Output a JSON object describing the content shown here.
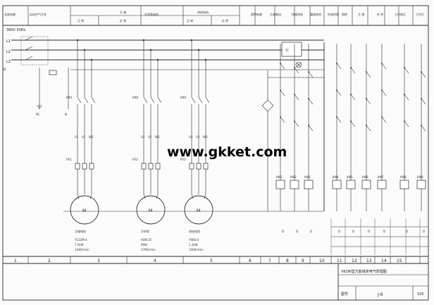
{
  "header": {
    "cells": [
      "全部电源",
      "自动空气开关",
      "主 轴",
      "正 转",
      "反 转",
      "冷却泵电机",
      "进给电机",
      "正 转",
      "反 转",
      "照明电源",
      "主轴制动",
      "快速进给",
      "慢速进给",
      "外部控制",
      "照明",
      "主 接",
      "外 控",
      "工作指示",
      "工作灯"
    ]
  },
  "supply": {
    "voltage": "380V 50Hz",
    "phases": [
      "L1",
      "L2",
      "L3"
    ],
    "breaker": "QF"
  },
  "labels": {
    "pe": "PE",
    "n": "N"
  },
  "motors": [
    {
      "tag": "M",
      "desc": "主轴电机",
      "spec1": "Y132M-4",
      "spec2": "7.5kW",
      "spec3": "1440r/min",
      "drive": "KM1",
      "thermal": "FR1",
      "wires": [
        "U1",
        "V1",
        "W1"
      ]
    },
    {
      "tag": "M",
      "desc": "冷却泵",
      "spec1": "AOB-25",
      "spec2": "90W",
      "spec3": "2790r/min",
      "drive": "KM2",
      "thermal": "FR2",
      "wires": [
        "U2",
        "V2",
        "W2"
      ]
    },
    {
      "tag": "M",
      "desc": "进给电机",
      "spec1": "Y90S-4",
      "spec2": "1.1kW",
      "spec3": "1400r/min",
      "drive": "KM3",
      "thermal": "FR3",
      "wires": [
        "U3",
        "V3",
        "W3"
      ]
    }
  ],
  "control": {
    "transformer": "TC",
    "coils": [
      "KM1",
      "KM2",
      "KM3",
      "KM4",
      "KM5",
      "KM6",
      "KM7",
      "KM8",
      "KM9"
    ],
    "row1": [
      "D",
      "D",
      "D",
      "D",
      "D",
      "D",
      "D",
      "D",
      "D"
    ],
    "row2": [
      "",
      "",
      "",
      "",
      "",
      "",
      "",
      "",
      ""
    ]
  },
  "columns": [
    "1",
    "2",
    "3",
    "4",
    "5",
    "6",
    "7",
    "8",
    "9",
    "10",
    "11",
    "12",
    "13",
    "14",
    "15"
  ],
  "title_block": {
    "title": "X62W型万能铣床电气原理图",
    "no_label": "图号",
    "number": "J-6",
    "sheet": "105"
  },
  "watermark": "www.gkket.com"
}
